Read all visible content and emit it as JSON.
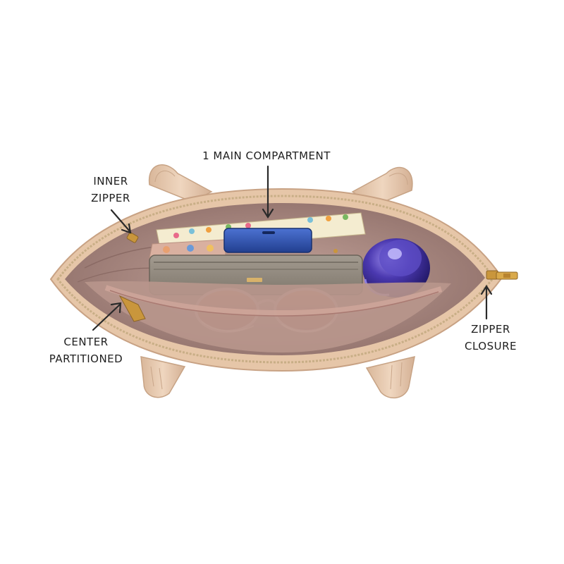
{
  "callouts": {
    "main_compartment": {
      "line1": "1 MAIN COMPARTMENT"
    },
    "inner_zipper": {
      "line1": "INNER",
      "line2": "ZIPPER"
    },
    "center_partitioned": {
      "line1": "CENTER",
      "line2": "PARTITIONED"
    },
    "zipper_closure": {
      "line1": "ZIPPER",
      "line2": "CLOSURE"
    }
  },
  "colors": {
    "background": "#ffffff",
    "bag_exterior": "#e6c6a8",
    "bag_lining": "#a88880",
    "label_text": "#1e1e1e",
    "zipper_gold": "#c9963c",
    "wallet": "#8f877c",
    "phone": "#2c4ea3",
    "bottle": "#4a3aa8"
  }
}
